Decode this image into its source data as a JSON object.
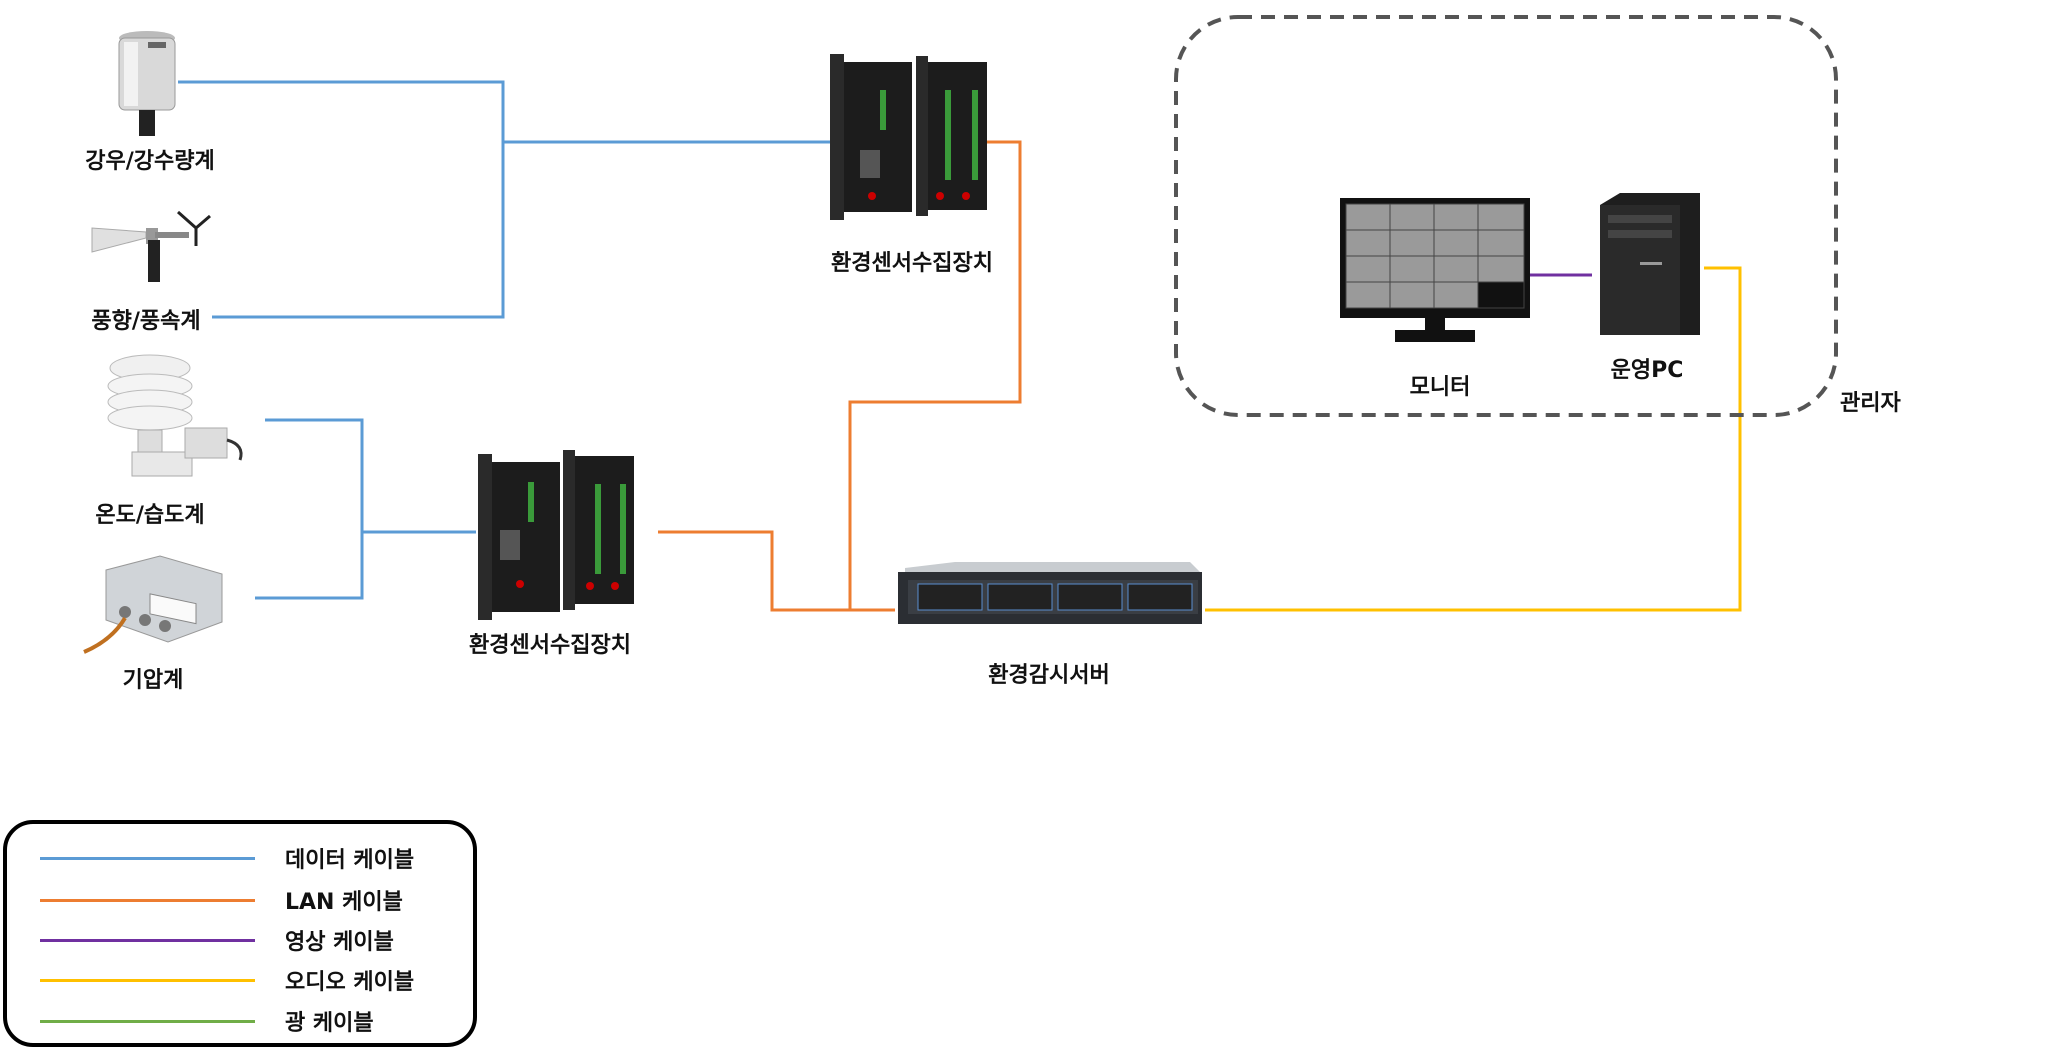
{
  "colors": {
    "data_cable": "#5b9bd5",
    "lan_cable": "#ed7d31",
    "video_cable": "#7030a0",
    "audio_cable": "#ffc000",
    "fiber_cable": "#70ad47"
  },
  "devices": {
    "rain_gauge": "강우/강수량계",
    "anemometer": "풍향/풍속계",
    "thermo_hygrometer": "온도/습도계",
    "barometer": "기압계",
    "collector_top": "환경센서수집장치",
    "collector_bottom": "환경센서수집장치",
    "server": "환경감시서버",
    "monitor": "모니터",
    "pc": "운영PC",
    "admin": "관리자"
  },
  "legend": [
    {
      "label": "데이터 케이블",
      "color": "#5b9bd5"
    },
    {
      "label": "LAN 케이블",
      "color": "#ed7d31"
    },
    {
      "label": "영상 케이블",
      "color": "#7030a0"
    },
    {
      "label": "오디오 케이블",
      "color": "#ffc000"
    },
    {
      "label": "광 케이블",
      "color": "#70ad47"
    }
  ]
}
